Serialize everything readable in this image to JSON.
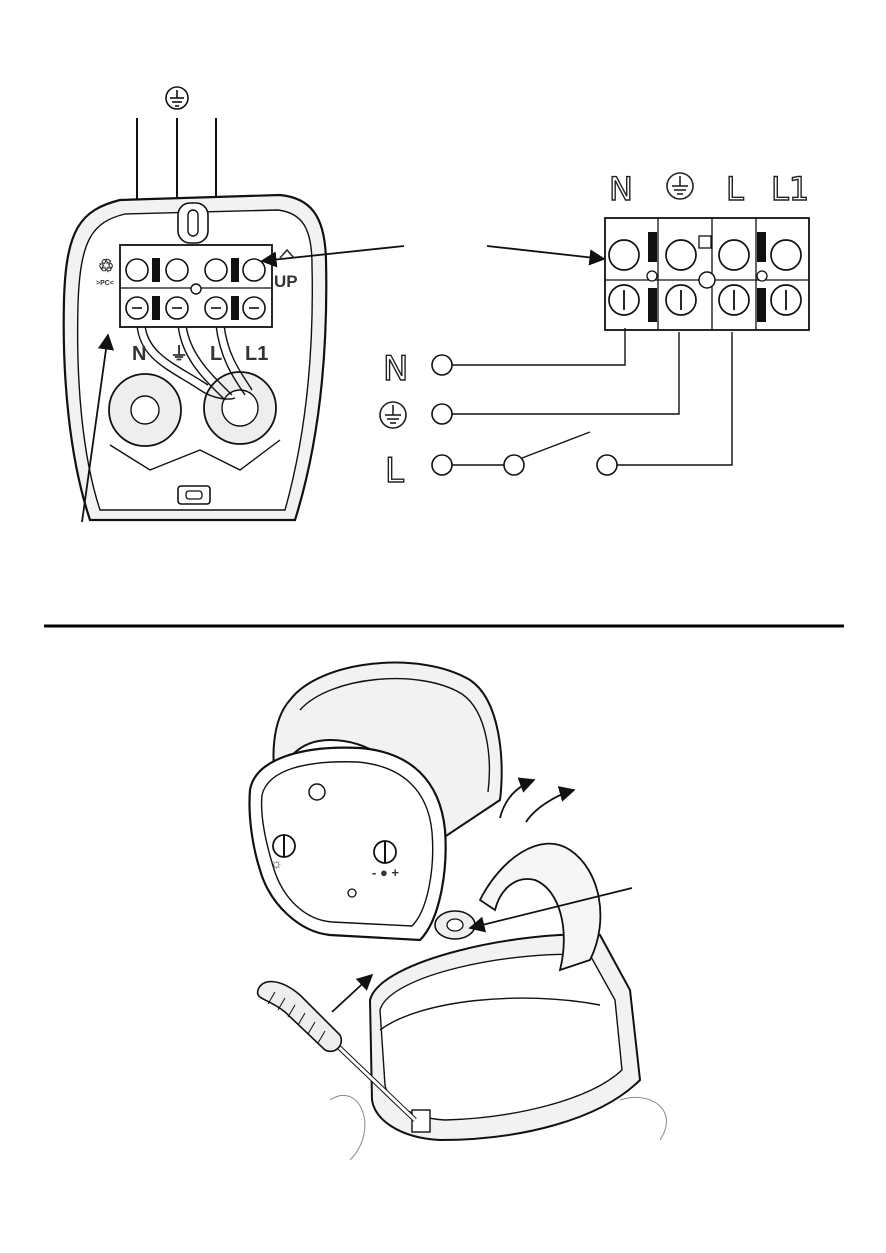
{
  "base_housing": {
    "recycle_mark": "♲",
    "recycle_code": ">PC<",
    "up_label": "UP",
    "terminal_labels": [
      "N",
      "⏚",
      "L",
      "L1"
    ]
  },
  "terminal_block": {
    "labels": [
      "N",
      "⏚",
      "L",
      "L1"
    ]
  },
  "wiring": {
    "source_labels": [
      "N",
      "⏚",
      "L"
    ]
  },
  "sensor_head": {
    "left_dial_symbol": "☼",
    "right_dial_symbol": "◷",
    "right_dial_marks": "- ● +"
  },
  "colors": {
    "line": "#111111",
    "fill": "#ffffff",
    "shade": "#e6e6e6",
    "divider": "#000000"
  }
}
